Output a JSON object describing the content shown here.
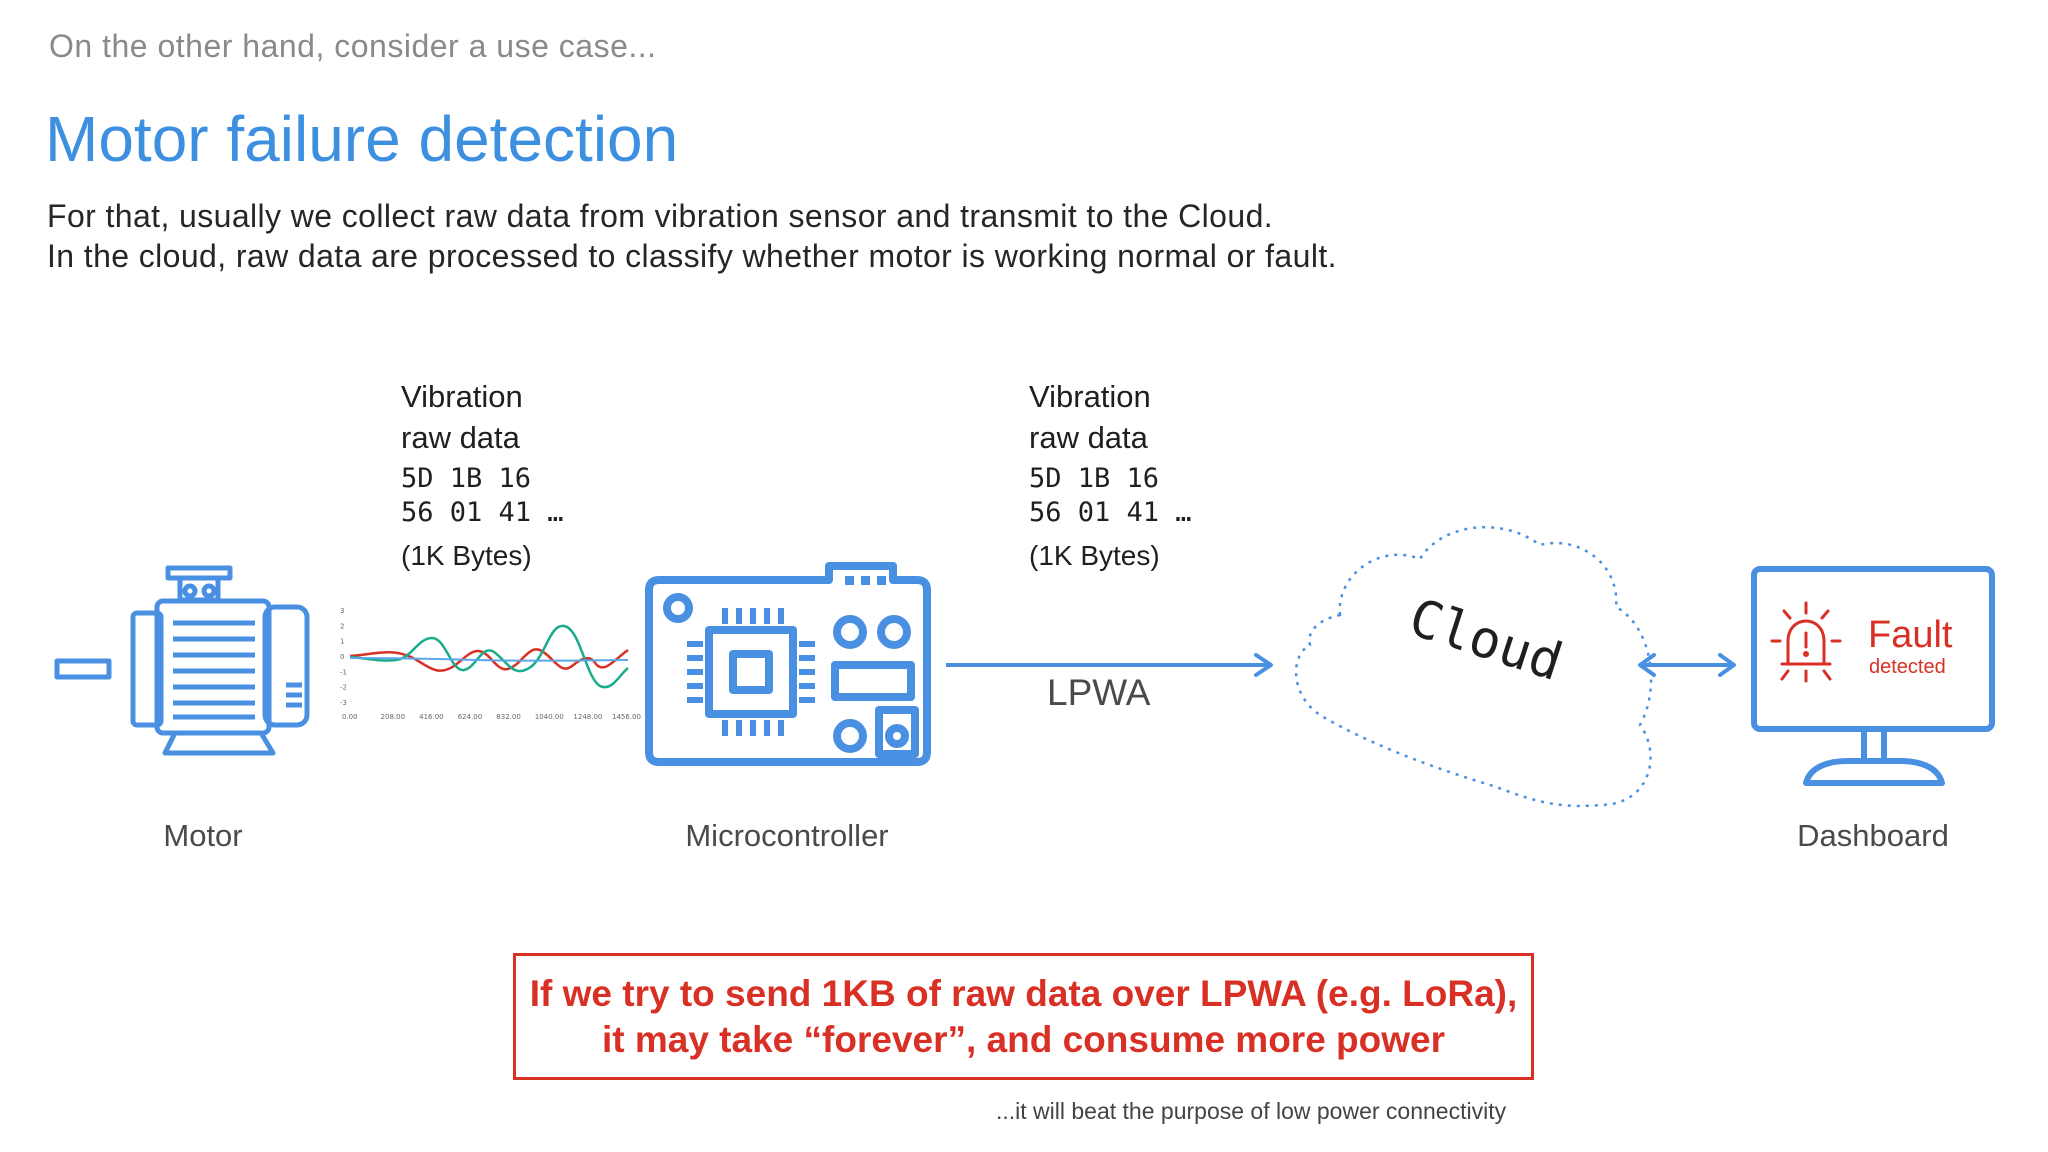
{
  "header": {
    "kicker": "On the other hand, consider a use case...",
    "title": "Motor failure detection",
    "description_lines": [
      "For that, usually we collect raw data from vibration sensor and transmit to the Cloud.",
      "In the cloud, raw data are processed to classify whether motor is working normal or fault."
    ]
  },
  "diagram": {
    "data_blocks": [
      {
        "line1": "Vibration",
        "line2": "raw data",
        "hex1": "5D 1B 16",
        "hex2": "56 01 41 …",
        "size": "(1K Bytes)"
      },
      {
        "line1": "Vibration",
        "line2": "raw data",
        "hex1": "5D 1B 16",
        "hex2": "56 01 41 …",
        "size": "(1K Bytes)"
      }
    ],
    "components": {
      "motor": "Motor",
      "microcontroller": "Microcontroller",
      "cloud": "Cloud",
      "dashboard": "Dashboard"
    },
    "link_label": "LPWA",
    "dashboard_alert": {
      "title": "Fault",
      "subtitle": "detected",
      "icon": "alarm-icon"
    },
    "mini_chart": {
      "y_ticks": [
        "3",
        "2",
        "1",
        "0",
        "-1",
        "-2",
        "-3"
      ],
      "x_ticks": [
        "0.00",
        "208.00",
        "416.00",
        "624.00",
        "832.00",
        "1040.00",
        "1248.00",
        "1456.00"
      ],
      "colors": [
        "#d93025",
        "#1aab8a",
        "#5aa8e8"
      ]
    },
    "colors": {
      "accent_blue": "#4a90e2",
      "alert_red": "#d93025",
      "title_blue": "#3d8fe0"
    }
  },
  "callout": {
    "line1": "If we try to send 1KB of raw data over LPWA (e.g. LoRa),",
    "line2": "it may take “forever”, and consume more power"
  },
  "footnote": "...it will beat the purpose of low power connectivity"
}
